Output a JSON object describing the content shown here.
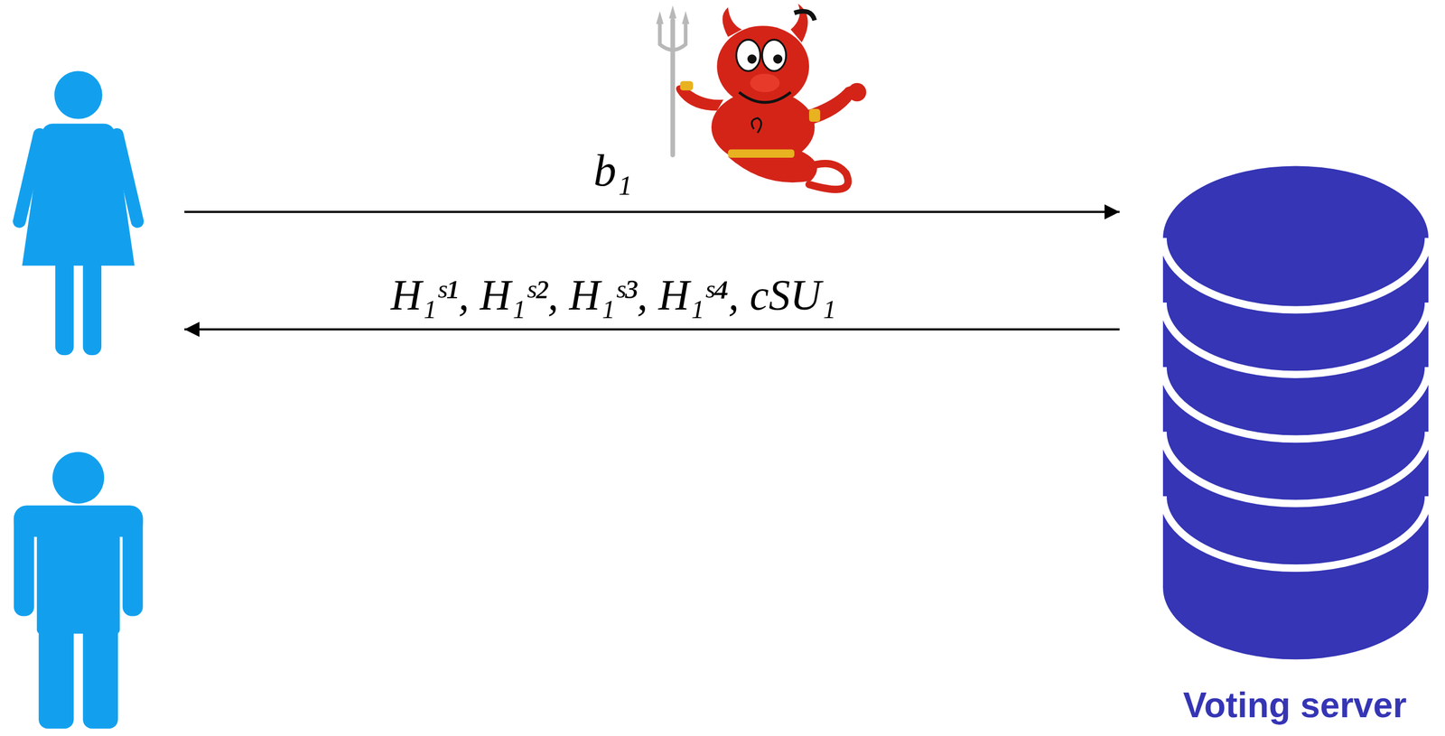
{
  "diagram": {
    "nodes": [
      {
        "text": []
      },
      {
        "text": [
          "Voting server"
        ]
      }
    ],
    "edges": [
      {
        "from": 0,
        "to": 1,
        "arrow": "to",
        "label": "b₁"
      },
      {
        "from": 1,
        "to": 0,
        "arrow": "to",
        "label": "H₁ˢ¹, H₁ˢ², H₁ˢ³, H₁ˢ⁴, cSU₁"
      }
    ]
  }
}
